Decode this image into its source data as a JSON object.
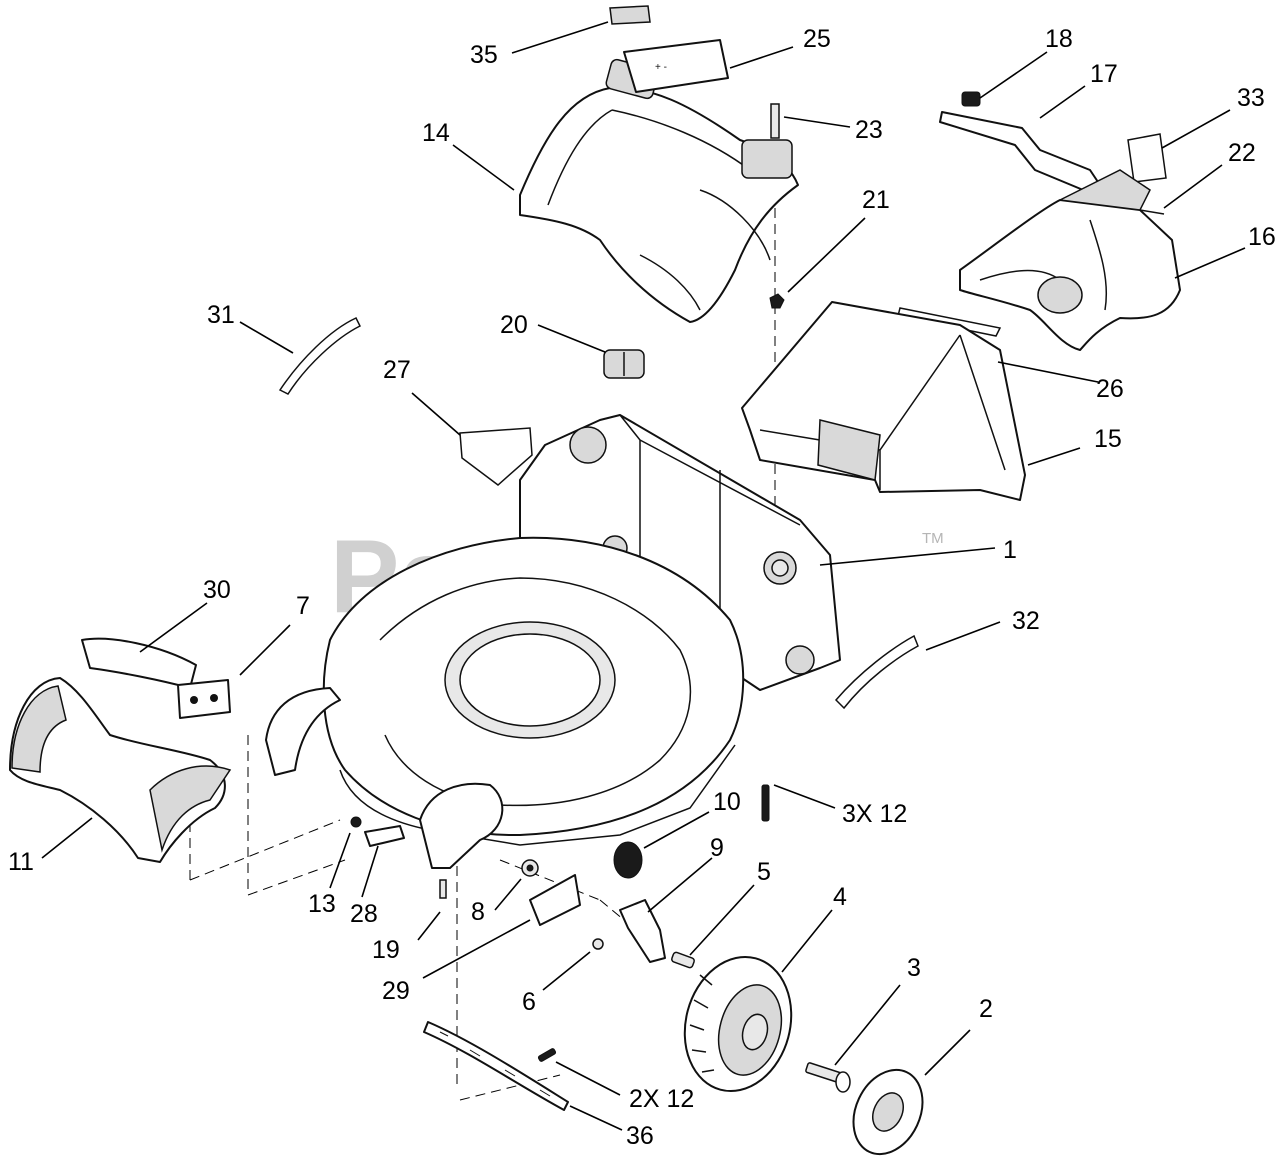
{
  "watermark": {
    "text": "PartsTree",
    "trademark": "TM"
  },
  "callouts": [
    {
      "id": "c35",
      "text": "35"
    },
    {
      "id": "c25",
      "text": "25"
    },
    {
      "id": "c18",
      "text": "18"
    },
    {
      "id": "c17",
      "text": "17"
    },
    {
      "id": "c33",
      "text": "33"
    },
    {
      "id": "c14",
      "text": "14"
    },
    {
      "id": "c23",
      "text": "23"
    },
    {
      "id": "c22",
      "text": "22"
    },
    {
      "id": "c21",
      "text": "21"
    },
    {
      "id": "c16",
      "text": "16"
    },
    {
      "id": "c31",
      "text": "31"
    },
    {
      "id": "c20",
      "text": "20"
    },
    {
      "id": "c27",
      "text": "27"
    },
    {
      "id": "c26",
      "text": "26"
    },
    {
      "id": "c15",
      "text": "15"
    },
    {
      "id": "c1",
      "text": "1"
    },
    {
      "id": "c30",
      "text": "30"
    },
    {
      "id": "c7",
      "text": "7"
    },
    {
      "id": "c32",
      "text": "32"
    },
    {
      "id": "c3x12",
      "text": "3X 12"
    },
    {
      "id": "c10",
      "text": "10"
    },
    {
      "id": "c9",
      "text": "9"
    },
    {
      "id": "c11",
      "text": "11"
    },
    {
      "id": "c5",
      "text": "5"
    },
    {
      "id": "c4",
      "text": "4"
    },
    {
      "id": "c13",
      "text": "13"
    },
    {
      "id": "c28",
      "text": "28"
    },
    {
      "id": "c8",
      "text": "8"
    },
    {
      "id": "c19",
      "text": "19"
    },
    {
      "id": "c3",
      "text": "3"
    },
    {
      "id": "c29",
      "text": "29"
    },
    {
      "id": "c2",
      "text": "2"
    },
    {
      "id": "c6",
      "text": "6"
    },
    {
      "id": "c2x12",
      "text": "2X 12"
    },
    {
      "id": "c36",
      "text": "36"
    }
  ]
}
